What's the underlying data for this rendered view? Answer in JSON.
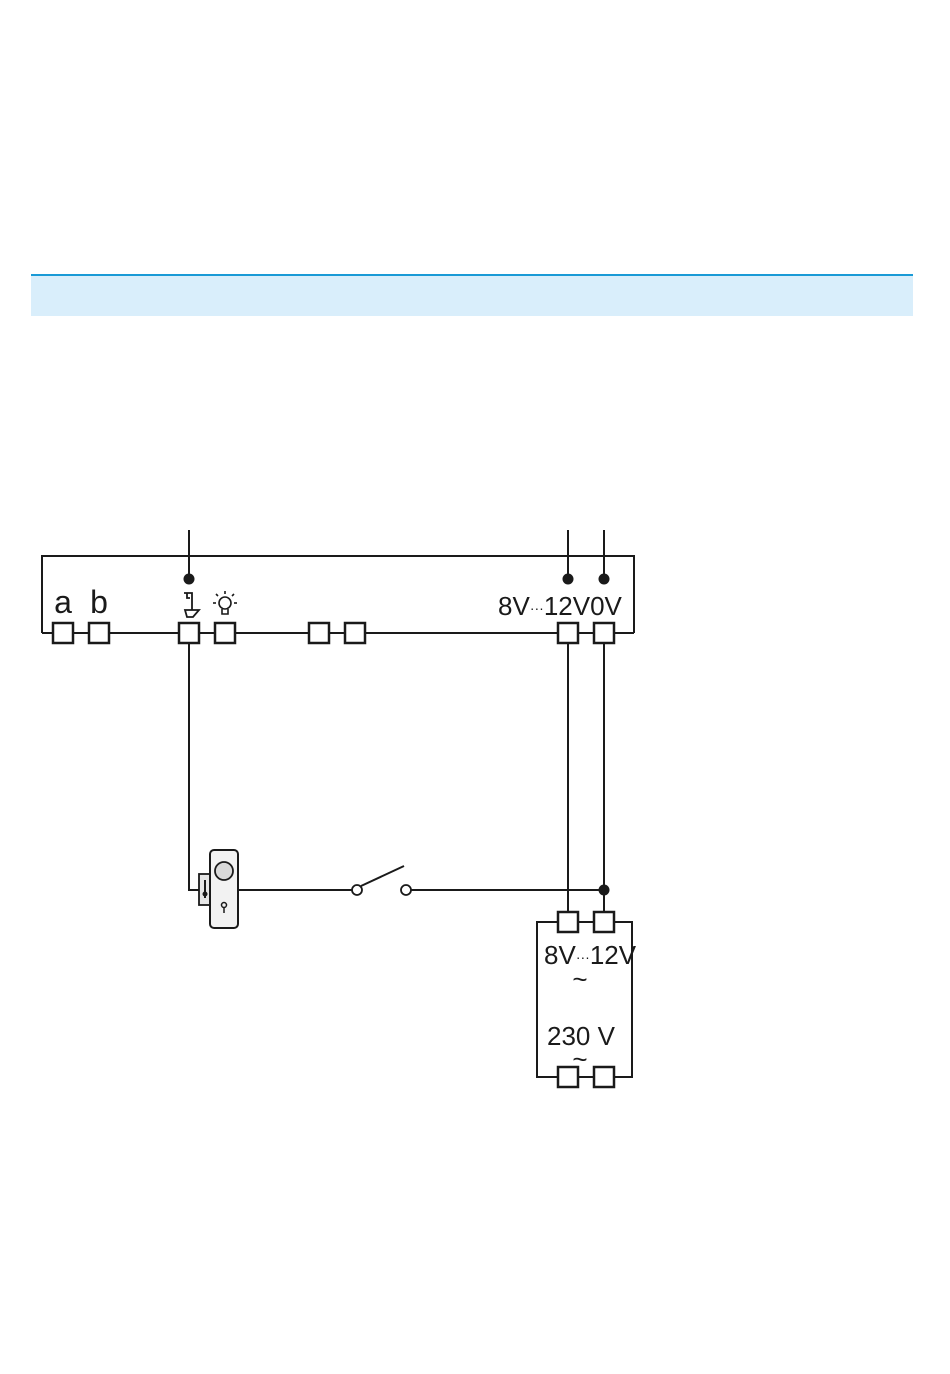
{
  "colors": {
    "band": "#d9eefb",
    "band_rule": "#1a9ad6",
    "line": "#1a1a1a",
    "opener_body": "#e6e6e6"
  },
  "unit": {
    "terminal_a": "a",
    "terminal_b": "b",
    "terminal_supply": "8V",
    "terminal_supply_range_sep": "···",
    "terminal_supply_max": "12V",
    "terminal_zero": "0V",
    "icons": [
      "door-opener-key-icon",
      "light-bulb-icon"
    ]
  },
  "transformer": {
    "secondary": "8V",
    "secondary_range_sep": "···",
    "secondary_max": "12V",
    "secondary_ac": "~",
    "primary": "230 V",
    "primary_ac": "~"
  }
}
